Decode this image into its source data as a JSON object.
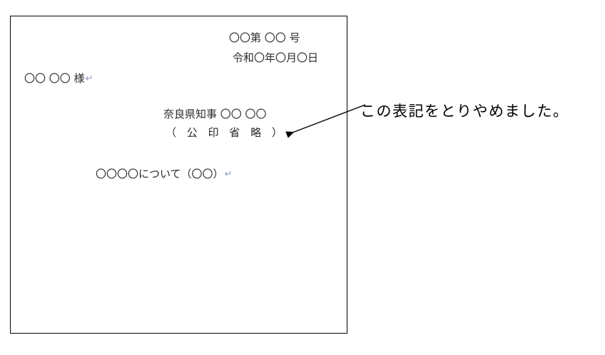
{
  "document": {
    "number_line": "〇〇第 〇〇 号",
    "date_line": "令和〇年〇月〇日",
    "addressee_line": "〇〇 〇〇 様",
    "issuer_line": "奈良県知事 〇〇 〇〇",
    "seal_omitted_line": "（ 公 印 省 略 ）",
    "subject_line": "〇〇〇〇について（〇〇）",
    "return_mark": "↵",
    "border_color": "#000000",
    "text_color": "#2b2b2b",
    "return_mark_color": "#8f9dc0"
  },
  "annotation": {
    "text": "この表記をとりやめました。",
    "arrow_color": "#000000",
    "arrow_points_to": "seal-omitted-line"
  }
}
